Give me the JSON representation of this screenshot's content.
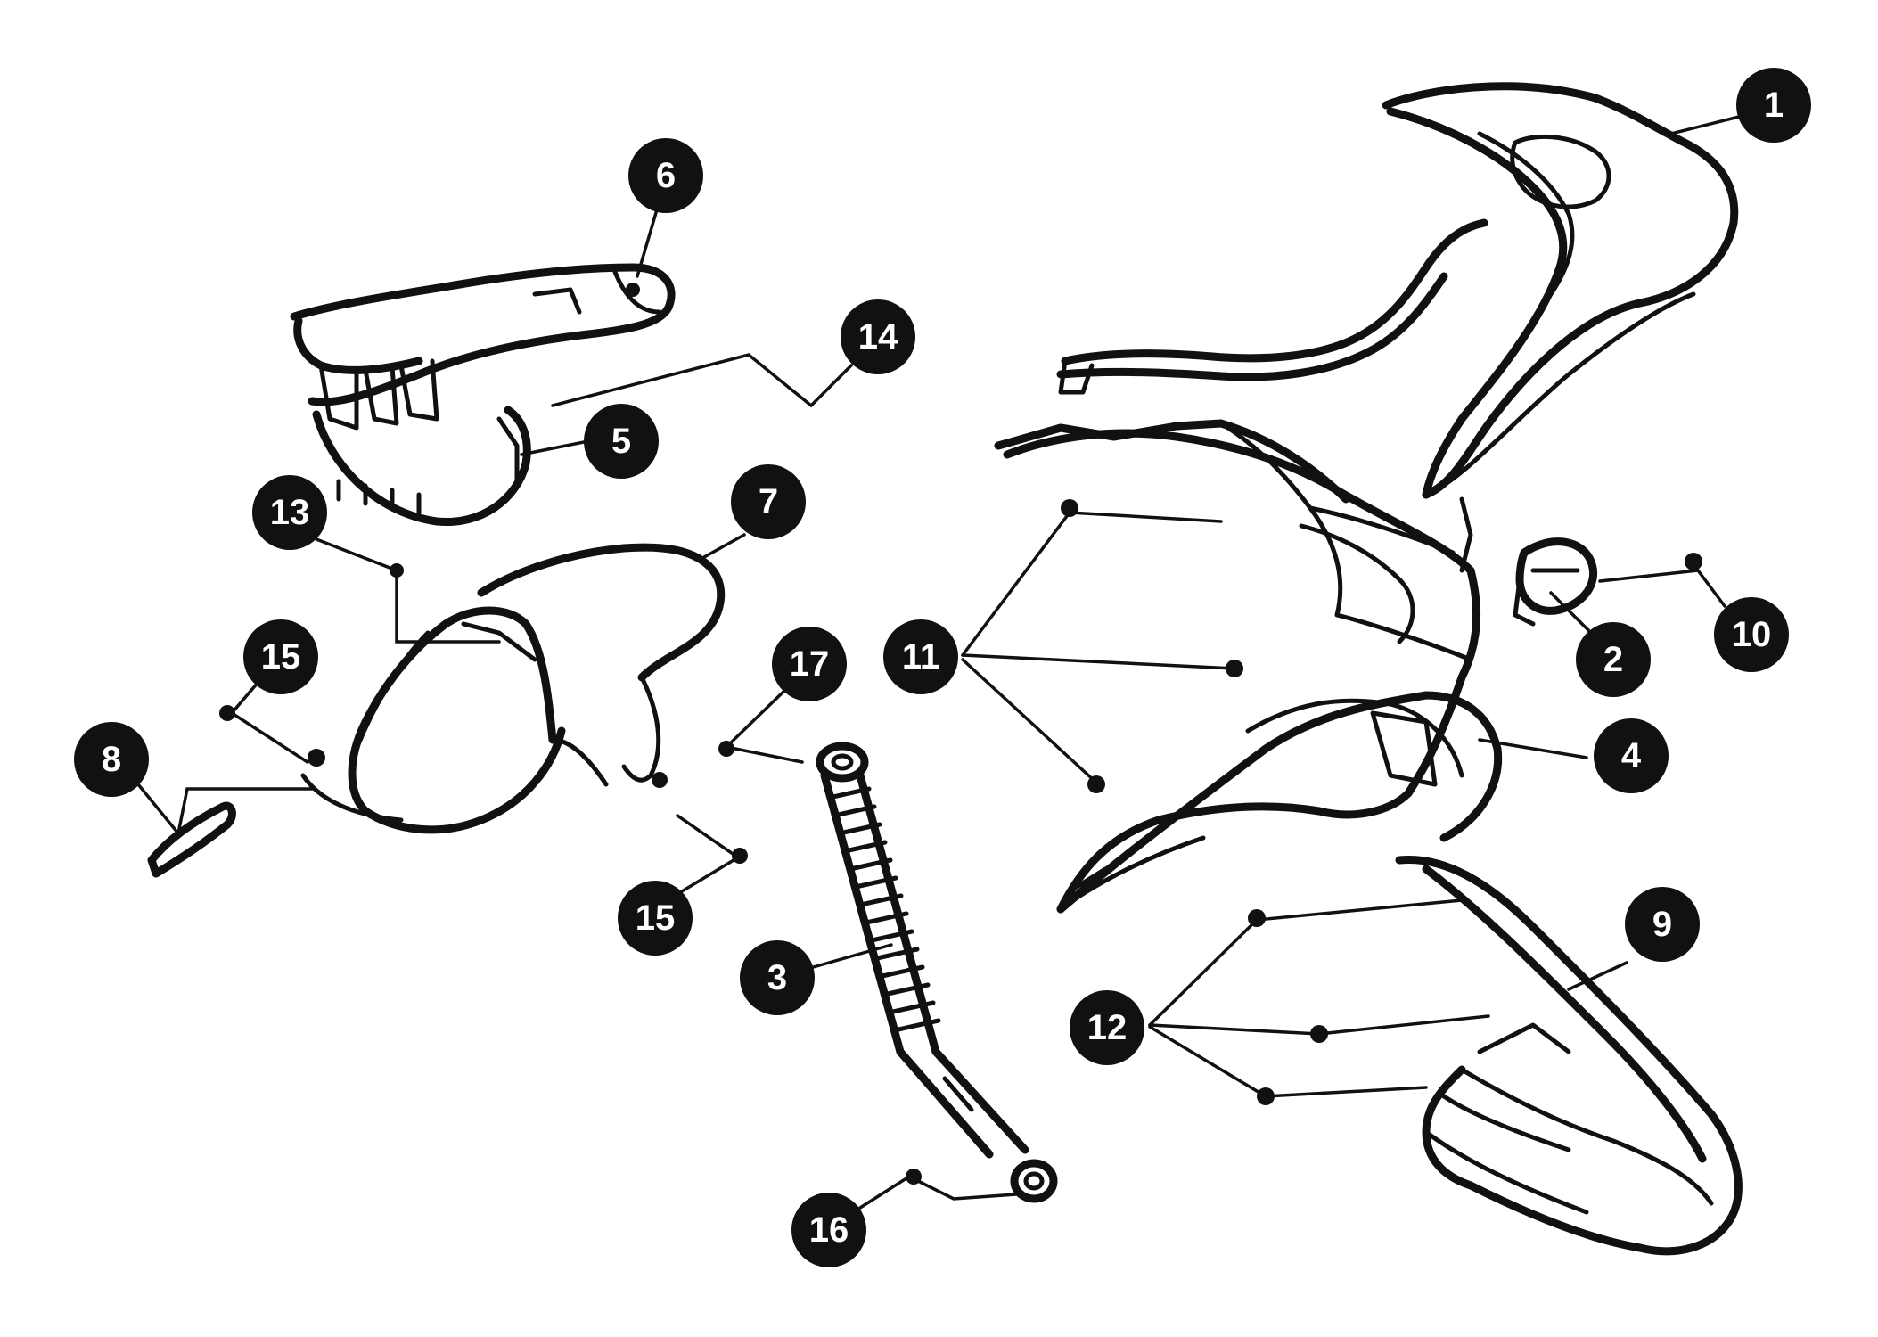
{
  "callouts": [
    {
      "label": "1"
    },
    {
      "label": "2"
    },
    {
      "label": "3"
    },
    {
      "label": "4"
    },
    {
      "label": "5"
    },
    {
      "label": "6"
    },
    {
      "label": "7"
    },
    {
      "label": "8"
    },
    {
      "label": "9"
    },
    {
      "label": "10"
    },
    {
      "label": "11"
    },
    {
      "label": "12"
    },
    {
      "label": "13"
    },
    {
      "label": "14"
    },
    {
      "label": "15"
    },
    {
      "label": "15"
    },
    {
      "label": "16"
    },
    {
      "label": "17"
    }
  ],
  "colors": {
    "ink": "#111111",
    "badge_text": "#ffffff",
    "background": "#ffffff"
  }
}
